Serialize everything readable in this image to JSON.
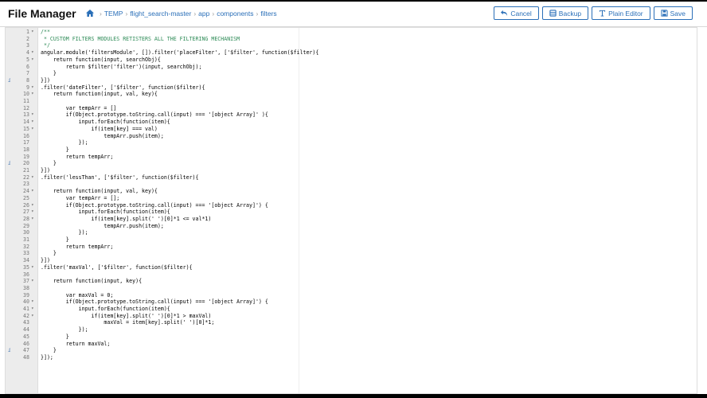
{
  "header": {
    "title": "File Manager",
    "breadcrumb": [
      "TEMP",
      "flight_search-master",
      "app",
      "components",
      "filters"
    ],
    "buttons": {
      "cancel": "Cancel",
      "backup": "Backup",
      "plain_editor": "Plain Editor",
      "save": "Save"
    }
  },
  "colors": {
    "accent": "#2a6fb8",
    "comment": "#2e8b57",
    "gutter": "#ececec"
  },
  "icons": {
    "home": "home-icon",
    "cancel": "undo-icon",
    "backup": "database-icon",
    "plain_editor": "text-cursor-icon",
    "save": "save-icon",
    "fold": "fold-arrow-icon",
    "info": "info-icon"
  },
  "editor": {
    "lines": [
      {
        "n": "1",
        "fold": true,
        "info": false,
        "text": "/**",
        "comment": true
      },
      {
        "n": "2",
        "fold": false,
        "info": false,
        "text": " * CUSTOM FILTERS MODULES RETISTERS ALL THE FILTERING MECHANISM",
        "comment": true
      },
      {
        "n": "3",
        "fold": false,
        "info": false,
        "text": " */",
        "comment": true
      },
      {
        "n": "4",
        "fold": true,
        "info": false,
        "text": "angular.module('filtersModule', []).filter('placeFilter', ['$filter', function($filter){",
        "comment": false
      },
      {
        "n": "5",
        "fold": true,
        "info": false,
        "text": "    return function(input, searchObj){",
        "comment": false
      },
      {
        "n": "6",
        "fold": false,
        "info": false,
        "text": "        return $filter('filter')(input, searchObj);",
        "comment": false
      },
      {
        "n": "7",
        "fold": false,
        "info": false,
        "text": "    }",
        "comment": false
      },
      {
        "n": "8",
        "fold": false,
        "info": true,
        "text": "}])",
        "comment": false
      },
      {
        "n": "9",
        "fold": true,
        "info": false,
        "text": ".filter('dateFilter', ['$filter', function($filter){",
        "comment": false
      },
      {
        "n": "10",
        "fold": true,
        "info": false,
        "text": "    return function(input, val, key){",
        "comment": false
      },
      {
        "n": "11",
        "fold": false,
        "info": false,
        "text": "",
        "comment": false
      },
      {
        "n": "12",
        "fold": false,
        "info": false,
        "text": "        var tempArr = []",
        "comment": false
      },
      {
        "n": "13",
        "fold": true,
        "info": false,
        "text": "        if(Object.prototype.toString.call(input) === '[object Array]' ){",
        "comment": false
      },
      {
        "n": "14",
        "fold": true,
        "info": false,
        "text": "            input.forEach(function(item){",
        "comment": false
      },
      {
        "n": "15",
        "fold": true,
        "info": false,
        "text": "                if(item[key] === val)",
        "comment": false
      },
      {
        "n": "16",
        "fold": false,
        "info": false,
        "text": "                    tempArr.push(item);",
        "comment": false
      },
      {
        "n": "17",
        "fold": false,
        "info": false,
        "text": "            });",
        "comment": false
      },
      {
        "n": "18",
        "fold": false,
        "info": false,
        "text": "        }",
        "comment": false
      },
      {
        "n": "19",
        "fold": false,
        "info": false,
        "text": "        return tempArr;",
        "comment": false
      },
      {
        "n": "20",
        "fold": false,
        "info": true,
        "text": "    }",
        "comment": false
      },
      {
        "n": "21",
        "fold": false,
        "info": false,
        "text": "}])",
        "comment": false
      },
      {
        "n": "22",
        "fold": true,
        "info": false,
        "text": ".filter('lessThan', ['$filter', function($filter){",
        "comment": false
      },
      {
        "n": "23",
        "fold": false,
        "info": false,
        "text": "",
        "comment": false
      },
      {
        "n": "24",
        "fold": true,
        "info": false,
        "text": "    return function(input, val, key){",
        "comment": false
      },
      {
        "n": "25",
        "fold": false,
        "info": false,
        "text": "        var tempArr = [];",
        "comment": false
      },
      {
        "n": "26",
        "fold": true,
        "info": false,
        "text": "        if(Object.prototype.toString.call(input) === '[object Array]') {",
        "comment": false
      },
      {
        "n": "27",
        "fold": true,
        "info": false,
        "text": "            input.forEach(function(item){",
        "comment": false
      },
      {
        "n": "28",
        "fold": true,
        "info": false,
        "text": "                if(item[key].split(' ')[0]*1 <= val*1)",
        "comment": false
      },
      {
        "n": "29",
        "fold": false,
        "info": false,
        "text": "                    tempArr.push(item);",
        "comment": false
      },
      {
        "n": "30",
        "fold": false,
        "info": false,
        "text": "            });",
        "comment": false
      },
      {
        "n": "31",
        "fold": false,
        "info": false,
        "text": "        }",
        "comment": false
      },
      {
        "n": "32",
        "fold": false,
        "info": false,
        "text": "        return tempArr;",
        "comment": false
      },
      {
        "n": "33",
        "fold": false,
        "info": false,
        "text": "    }",
        "comment": false
      },
      {
        "n": "34",
        "fold": false,
        "info": false,
        "text": "}])",
        "comment": false
      },
      {
        "n": "35",
        "fold": true,
        "info": false,
        "text": ".filter('maxVal', ['$filter', function($filter){",
        "comment": false
      },
      {
        "n": "36",
        "fold": false,
        "info": false,
        "text": "",
        "comment": false
      },
      {
        "n": "37",
        "fold": true,
        "info": false,
        "text": "    return function(input, key){",
        "comment": false
      },
      {
        "n": "38",
        "fold": false,
        "info": false,
        "text": "",
        "comment": false
      },
      {
        "n": "39",
        "fold": false,
        "info": false,
        "text": "        var maxVal = 0;",
        "comment": false
      },
      {
        "n": "40",
        "fold": true,
        "info": false,
        "text": "        if(Object.prototype.toString.call(input) === '[object Array]') {",
        "comment": false
      },
      {
        "n": "41",
        "fold": true,
        "info": false,
        "text": "            input.forEach(function(item){",
        "comment": false
      },
      {
        "n": "42",
        "fold": true,
        "info": false,
        "text": "                if(item[key].split(' ')[0]*1 > maxVal)",
        "comment": false
      },
      {
        "n": "43",
        "fold": false,
        "info": false,
        "text": "                    maxVal = item[key].split(' ')[0]*1;",
        "comment": false
      },
      {
        "n": "44",
        "fold": false,
        "info": false,
        "text": "            });",
        "comment": false
      },
      {
        "n": "45",
        "fold": false,
        "info": false,
        "text": "        }",
        "comment": false
      },
      {
        "n": "46",
        "fold": false,
        "info": false,
        "text": "        return maxVal;",
        "comment": false
      },
      {
        "n": "47",
        "fold": false,
        "info": true,
        "text": "    }",
        "comment": false
      },
      {
        "n": "48",
        "fold": false,
        "info": false,
        "text": "}]);",
        "comment": false
      }
    ]
  }
}
